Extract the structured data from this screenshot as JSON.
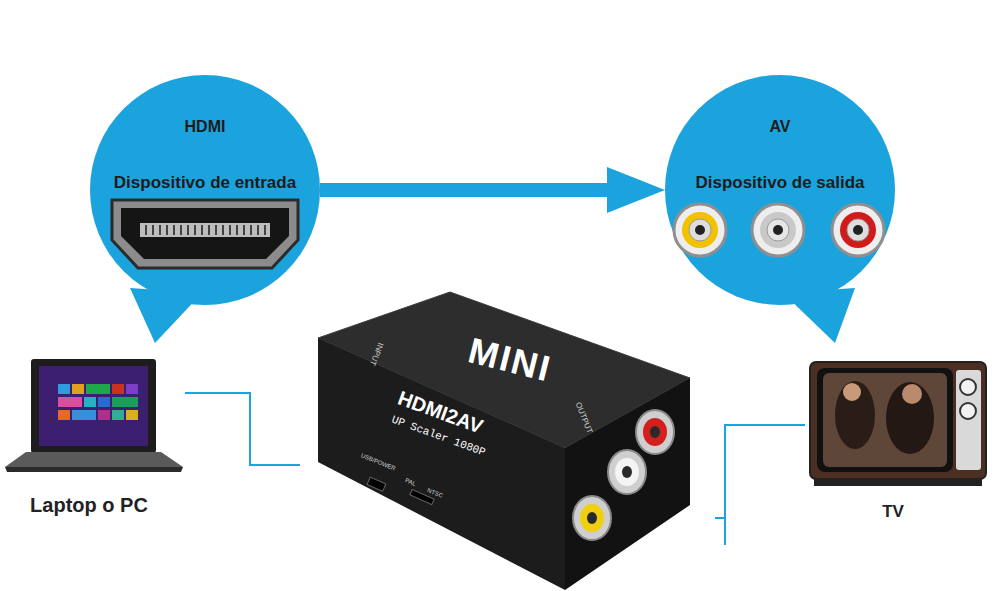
{
  "diagram": {
    "nodes": [
      {
        "text": [
          "HDMI",
          "Dispositivo de entrada"
        ]
      },
      {
        "text": [
          "AV",
          "Dispositivo de salida"
        ]
      },
      {
        "text": [
          "Laptop o PC"
        ]
      },
      {
        "text": [
          "MINI",
          "HDMI2AV",
          "UP Scaler 1080P"
        ]
      },
      {
        "text": [
          "TV"
        ]
      }
    ],
    "edges": [
      {
        "from": 0,
        "to": 1,
        "arrow": "to"
      },
      {
        "from": 2,
        "to": 3,
        "arrow": "none"
      },
      {
        "from": 3,
        "to": 4,
        "arrow": "none"
      }
    ],
    "labels": [
      "INPUT",
      "OUTPUT",
      "USB/POWER",
      "PAL",
      "NTSC"
    ]
  }
}
